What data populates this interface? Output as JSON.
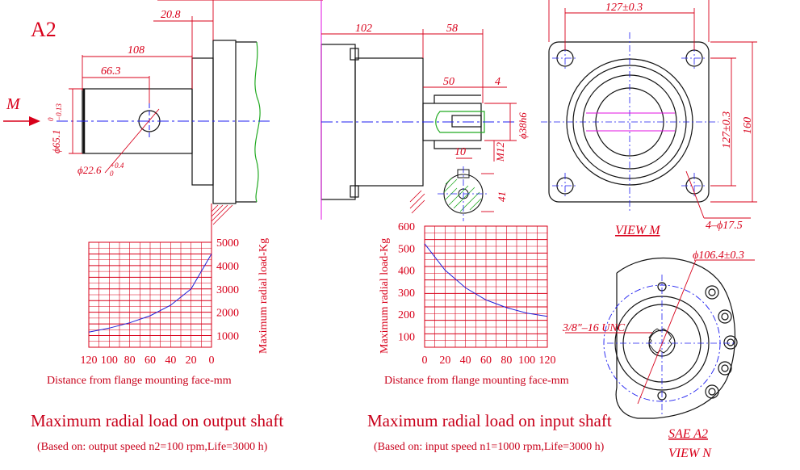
{
  "drawing_id": "A2",
  "colors": {
    "red": "#d8001a",
    "blue": "#1c1cf0",
    "black": "#111111",
    "green": "#22aa22",
    "magenta": "#e010e0"
  },
  "dims": {
    "d20_8": "20.8",
    "d108": "108",
    "d66_3": "66.3",
    "d102": "102",
    "d58": "58",
    "d50": "50",
    "d4": "4",
    "d10": "10",
    "d41": "41",
    "m12": "M12",
    "d38h6": "ϕ38h6",
    "d127_top": "127±0.3",
    "d127_right": "127±0.3",
    "d160": "160",
    "holes": "4–ϕ17.5",
    "d106": "ϕ106.4±0.3",
    "unc": "3/8\"–16  UNC",
    "shaft_dia": "ϕ65.1",
    "shaft_tol_up": "0",
    "shaft_tol_low": "−0.13",
    "bore_dia": "ϕ22.6",
    "bore_tol_up": "+0.4",
    "bore_tol_low": "0"
  },
  "labels": {
    "arrow_m": "M",
    "view_m": "VIEW  M",
    "sae": "SAE  A2",
    "view_n": "VIEW  N"
  },
  "output_chart": {
    "title": "Maximum radial load on output shaft",
    "subtitle": "(Based on: output speed n2=100 rpm,Life=3000 h)",
    "xlabel": "Distance from flange mounting face-mm",
    "ylabel": "Maximum radial load-Kg",
    "x_ticks": [
      "120",
      "100",
      "80",
      "60",
      "40",
      "20",
      "0"
    ],
    "y_ticks": [
      "5000",
      "4000",
      "3000",
      "2000",
      "1000"
    ]
  },
  "input_chart": {
    "title": "Maximum radial load on input shaft",
    "subtitle": "(Based on: input speed n1=1000 rpm,Life=3000 h)",
    "xlabel": "Distance from flange mounting face-mm",
    "ylabel": "Maximum radial load-Kg",
    "x_ticks": [
      "0",
      "20",
      "40",
      "60",
      "80",
      "100",
      "120"
    ],
    "y_ticks": [
      "600",
      "500",
      "400",
      "300",
      "200",
      "100"
    ]
  },
  "chart_data": [
    {
      "type": "line",
      "xlabel": "Distance from flange mounting face-mm",
      "ylabel": "Maximum radial load-Kg",
      "xlim": [
        120,
        0
      ],
      "ylim": [
        500,
        5000
      ],
      "series": [
        {
          "x": [
            120,
            100,
            80,
            60,
            40,
            20,
            0
          ],
          "y": [
            1150,
            1320,
            1550,
            1850,
            2300,
            3000,
            4500
          ]
        }
      ]
    },
    {
      "type": "line",
      "xlabel": "Distance from flange mounting face-mm",
      "ylabel": "Maximum radial load-Kg",
      "xlim": [
        0,
        120
      ],
      "ylim": [
        50,
        600
      ],
      "series": [
        {
          "x": [
            0,
            20,
            40,
            60,
            80,
            100,
            120
          ],
          "y": [
            520,
            400,
            320,
            265,
            230,
            205,
            190
          ]
        }
      ]
    }
  ]
}
